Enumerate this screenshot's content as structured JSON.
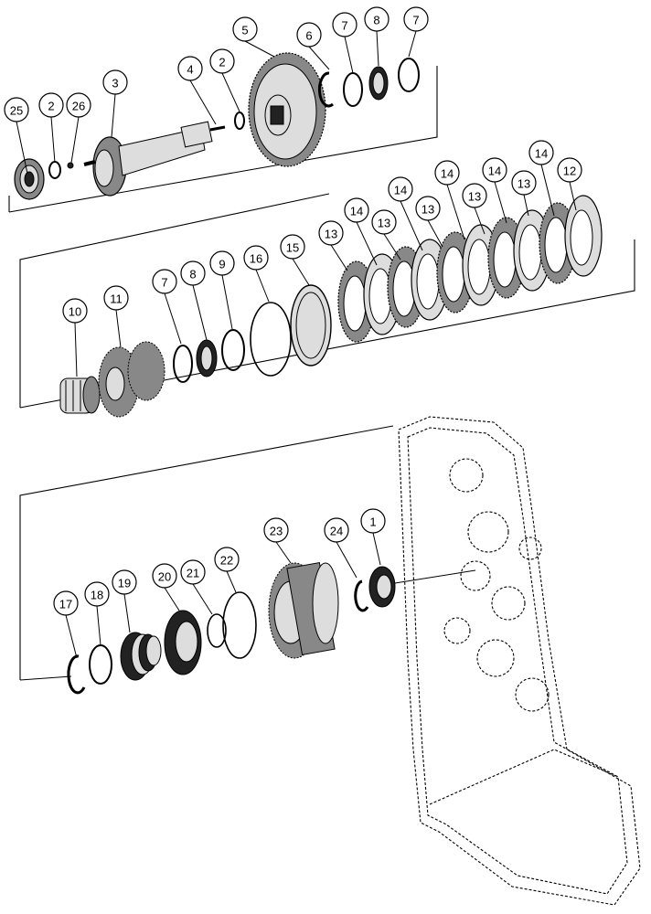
{
  "diagram": {
    "groups": [
      {
        "id": "upper-shaft-group",
        "callouts": [
          "25",
          "2",
          "26",
          "3",
          "4",
          "2",
          "5",
          "6",
          "7",
          "8",
          "7"
        ]
      },
      {
        "id": "clutch-pack-group",
        "callouts": [
          "10",
          "11",
          "7",
          "8",
          "9",
          "16",
          "15",
          "13",
          "14",
          "13",
          "14",
          "13",
          "14",
          "13",
          "14",
          "13",
          "14",
          "12"
        ]
      },
      {
        "id": "lower-hub-group",
        "callouts": [
          "17",
          "18",
          "19",
          "20",
          "21",
          "22",
          "23",
          "24",
          "1"
        ]
      }
    ]
  }
}
